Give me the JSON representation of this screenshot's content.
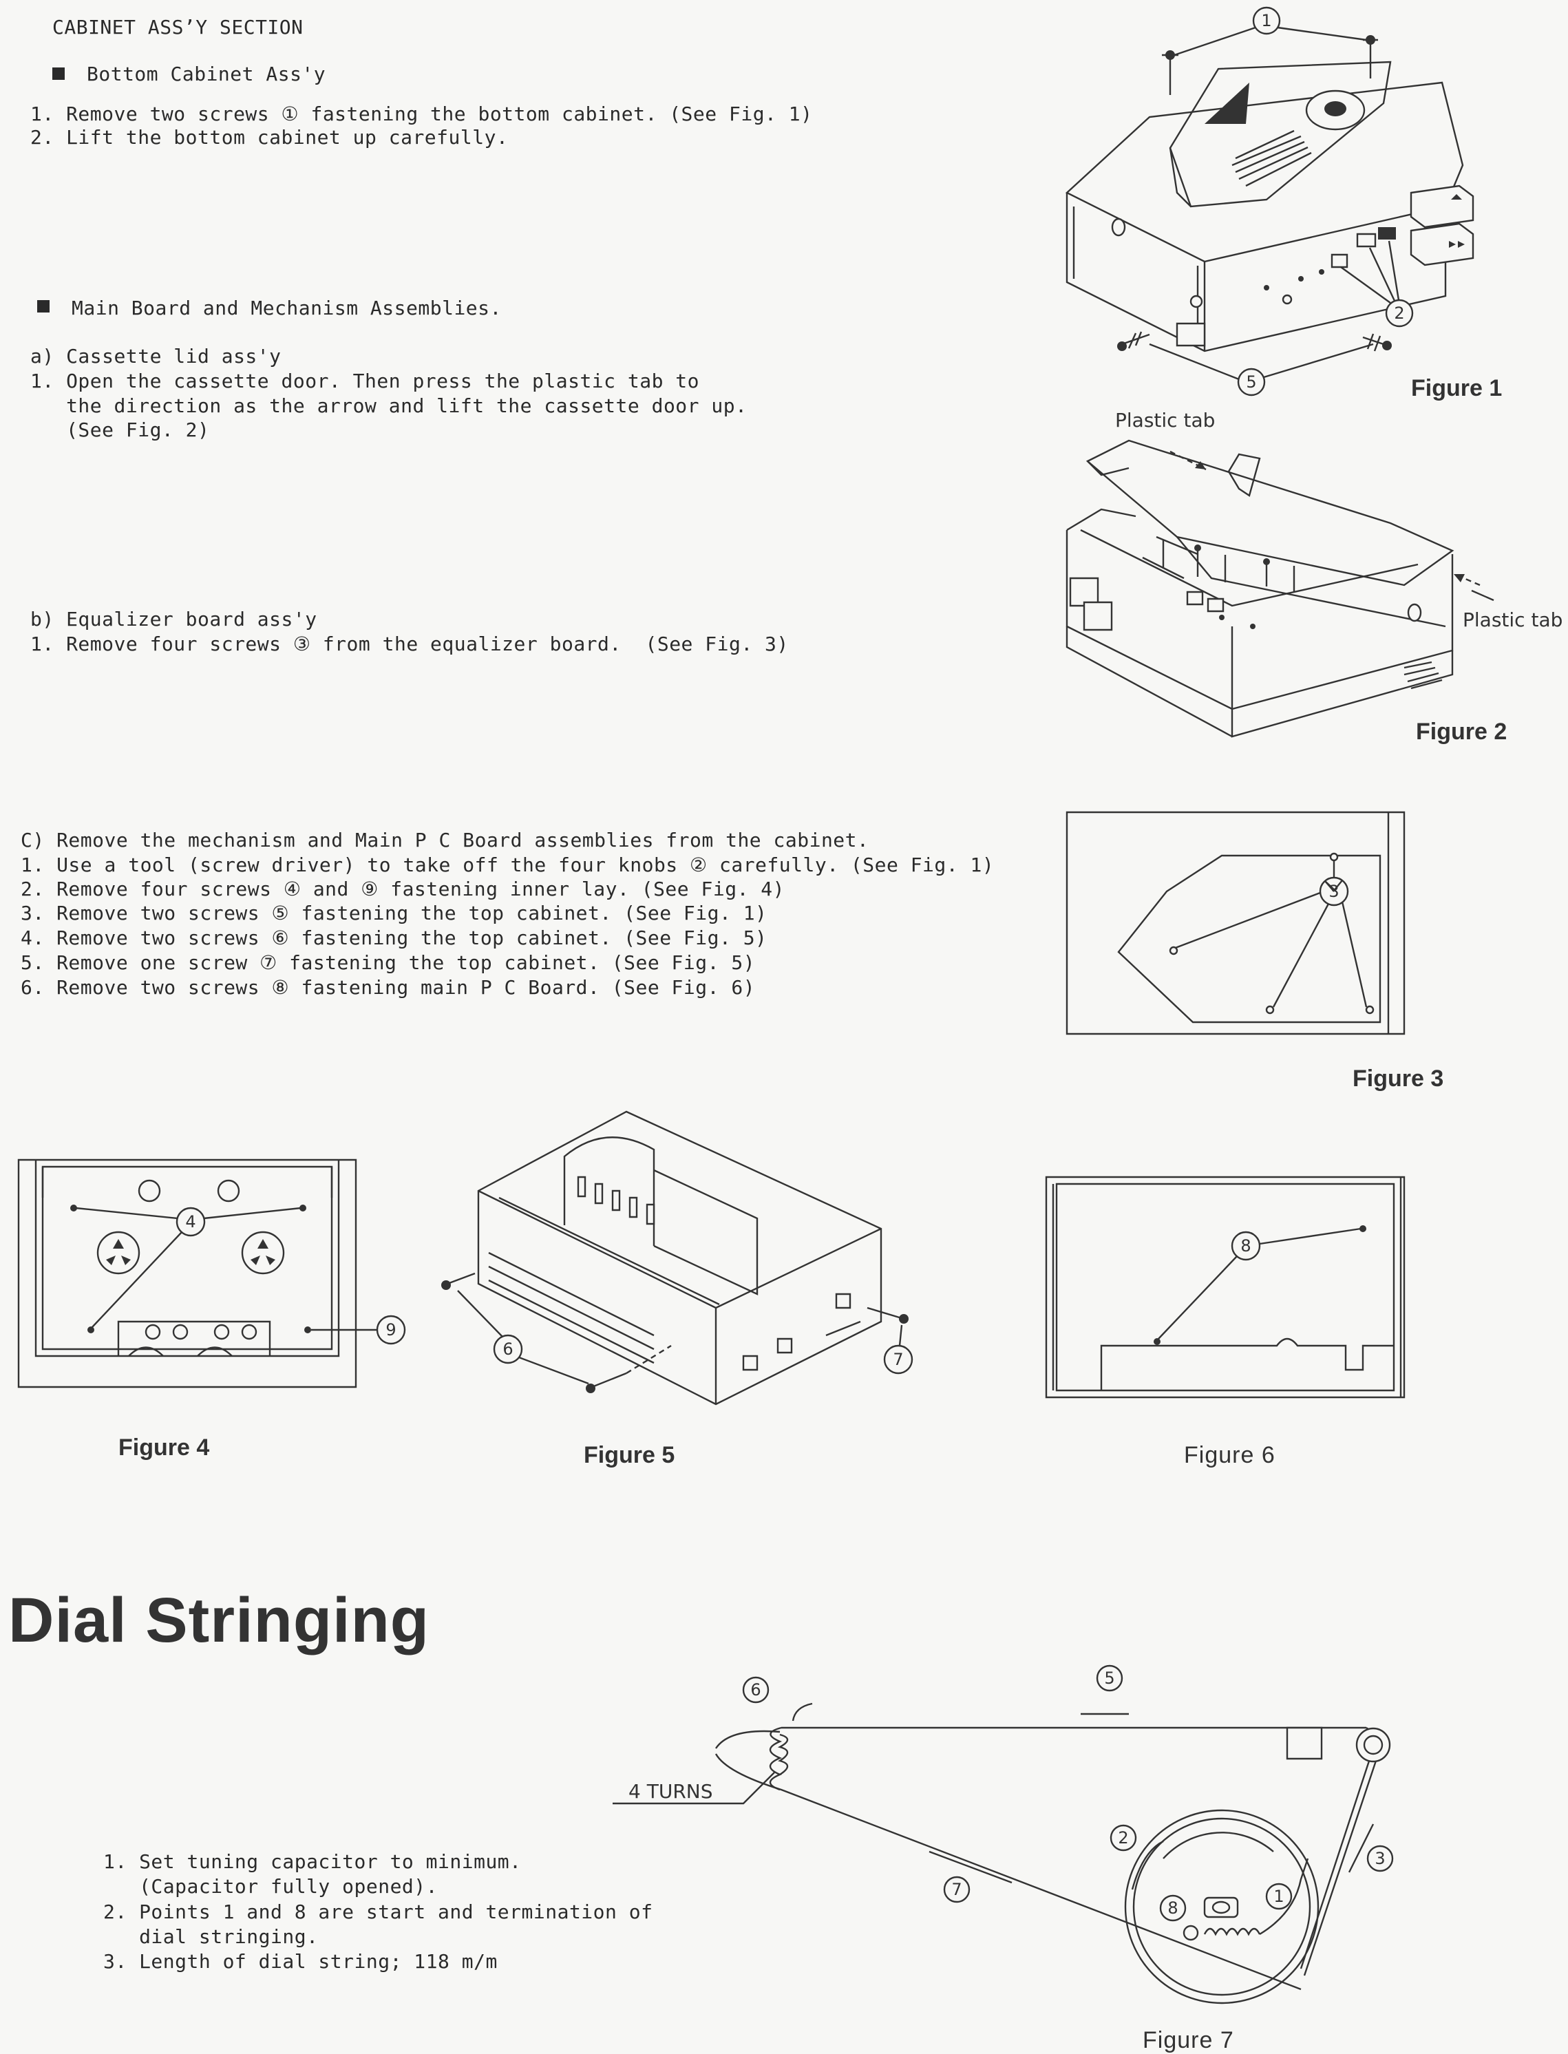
{
  "sections": {
    "cabinet_title": "CABINET ASS’Y SECTION",
    "bottom_cabinet": {
      "heading": "Bottom Cabinet Ass'y",
      "steps": [
        "1. Remove two screws ① fastening the bottom cabinet. (See Fig. 1)",
        "2. Lift the bottom cabinet up carefully."
      ]
    },
    "main_board": {
      "heading": "Main Board and Mechanism Assemblies.",
      "a_title": "a) Cassette lid ass'y",
      "a_steps": [
        "1. Open the cassette door. Then press the plastic tab to",
        "   the direction as the arrow and lift the cassette door up.",
        "   (See Fig. 2)"
      ],
      "b_title": "b) Equalizer board ass'y",
      "b_steps": [
        "1. Remove four screws ③ from the equalizer board.  (See Fig. 3)"
      ],
      "c_title": "C) Remove the mechanism and Main P C Board assemblies from the cabinet.",
      "c_steps": [
        "1. Use a tool (screw driver) to take off the four knobs ② carefully. (See Fig. 1)",
        "2. Remove four screws ④ and ⑨ fastening inner lay. (See Fig. 4)",
        "3. Remove two screws ⑤ fastening the top cabinet. (See Fig. 1)",
        "4. Remove two screws ⑥ fastening the top cabinet. (See Fig. 5)",
        "5. Remove one screw ⑦ fastening the top cabinet. (See Fig. 5)",
        "6. Remove two screws ⑧ fastening main P C Board. (See Fig. 6)"
      ]
    },
    "dial": {
      "title": "Dial Stringing",
      "steps": [
        "1. Set tuning capacitor to minimum.",
        "   (Capacitor fully opened).",
        "2. Points 1 and 8 are start and termination of",
        "   dial stringing.",
        "3. Length of dial string; 118 m/m"
      ],
      "turns_label": "4 TURNS"
    }
  },
  "figures": {
    "fig1": "Figure 1",
    "fig2": "Figure 2",
    "fig3": "Figure 3",
    "fig4": "Figure 4",
    "fig5": "Figure 5",
    "fig6": "Figure 6",
    "fig7": "Figure 7",
    "plastic_tab": "Plastic tab",
    "plastic_tab_right": "Plastic tab"
  },
  "callouts": {
    "c1": "1",
    "c2": "2",
    "c3": "3",
    "c4": "4",
    "c5": "5",
    "c6": "6",
    "c7": "7",
    "c8": "8",
    "c9": "9"
  }
}
